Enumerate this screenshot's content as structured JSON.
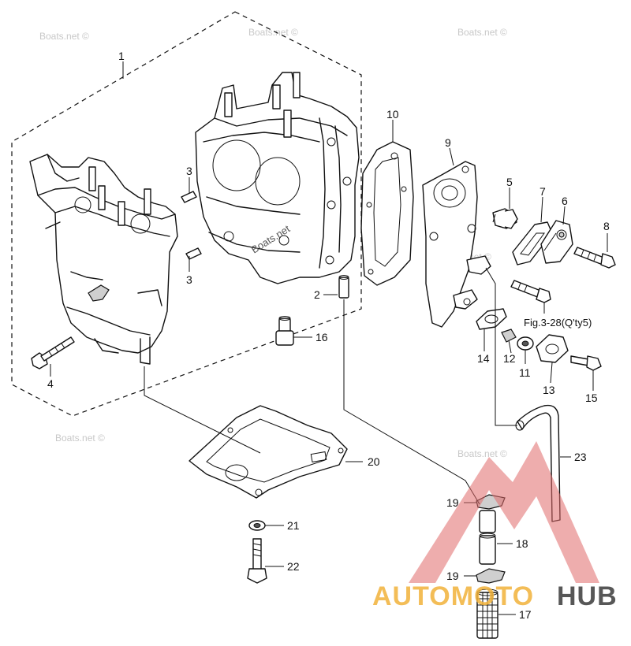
{
  "watermark": {
    "text": "Boats.net ©",
    "center_text": "Boats.net"
  },
  "logo": {
    "part_a": "AUTOMOTO",
    "part_b": "HUB",
    "color_a": "#f2b23a",
    "color_b": "#3a3a3a",
    "triangle_color": "#e06a6a"
  },
  "labels": {
    "p1": "1",
    "p2": "2",
    "p3a": "3",
    "p3b": "3",
    "p4": "4",
    "p5": "5",
    "p6": "6",
    "p7": "7",
    "p8": "8",
    "p9": "9",
    "p10": "10",
    "p11": "11",
    "p12": "12",
    "p13": "13",
    "p14": "14",
    "p15": "15",
    "p16": "16",
    "p17": "17",
    "p18": "18",
    "p19a": "19",
    "p19b": "19",
    "p20": "20",
    "p21": "21",
    "p22": "22",
    "p23": "23"
  },
  "reference": "Fig.3-28(Q'ty5)"
}
